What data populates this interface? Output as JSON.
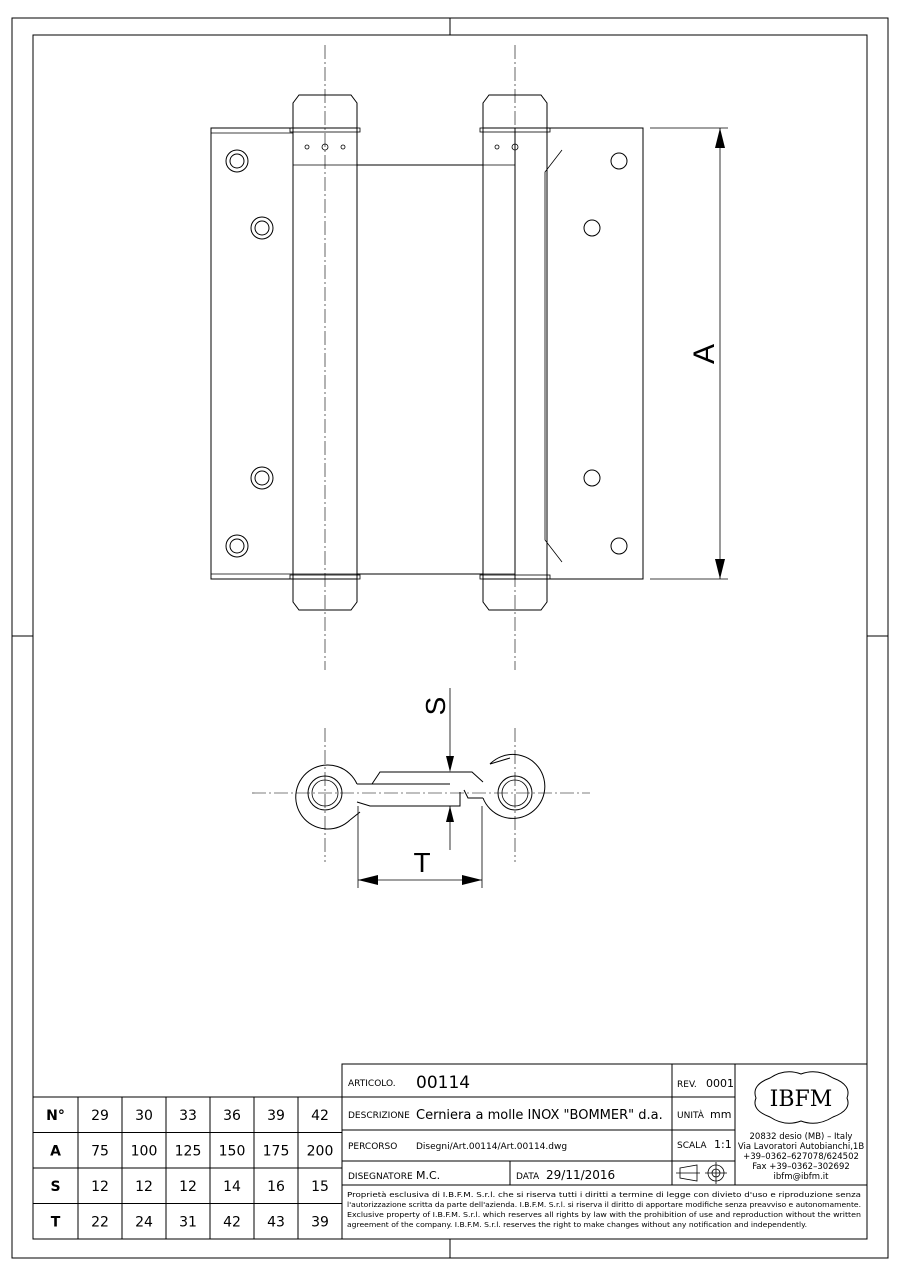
{
  "dimension_labels": {
    "height": "A",
    "thickness": "S",
    "gap": "T"
  },
  "size_table": {
    "header_label": "N°",
    "columns": [
      "29",
      "30",
      "33",
      "36",
      "39",
      "42"
    ],
    "rows": [
      {
        "label": "A",
        "values": [
          "75",
          "100",
          "125",
          "150",
          "175",
          "200"
        ]
      },
      {
        "label": "S",
        "values": [
          "12",
          "12",
          "12",
          "14",
          "16",
          "15"
        ]
      },
      {
        "label": "T",
        "values": [
          "22",
          "24",
          "31",
          "42",
          "43",
          "39"
        ]
      }
    ]
  },
  "title_block": {
    "articolo_label": "ARTICOLO.",
    "articolo_value": "00114",
    "rev_label": "REV.",
    "rev_value": "0001",
    "descrizione_label": "DESCRIZIONE",
    "descrizione_value": "Cerniera a molle INOX \"BOMMER\" d.a.",
    "unita_label": "UNITÀ",
    "unita_value": "mm",
    "percorso_label": "PERCORSO",
    "percorso_value": "Disegni/Art.00114/Art.00114.dwg",
    "scala_label": "SCALA",
    "scala_value": "1:1",
    "disegnatore_label": "DISEGNATORE",
    "disegnatore_value": "M.C.",
    "data_label": "DATA",
    "data_value": "29/11/2016",
    "legal_lines": [
      "Proprietà esclusiva di I.B.F.M. S.r.l. che si riserva tutti i diritti a termine di legge con divieto d'uso e riproduzione senza",
      "l'autorizzazione scritta da parte dell'azienda. I.B.F.M. S.r.l. si riserva il diritto di apportare modifiche senza preavviso e autonomamente.",
      "Exclusive property of I.B.F.M. S.r.l. which reserves all rights by law with the prohibition of use and reproduction without the written",
      "agreement of the company. I.B.F.M. S.r.l. reserves the right to make changes without any notification and independently."
    ]
  },
  "company": {
    "logo_text": "IBFM",
    "address_lines": [
      "20832 desio (MB) – Italy",
      "Via Lavoratori Autobianchi,1B",
      "+39–0362–627078/624502",
      "Fax +39–0362–302692",
      "ibfm@ibfm.it"
    ]
  }
}
